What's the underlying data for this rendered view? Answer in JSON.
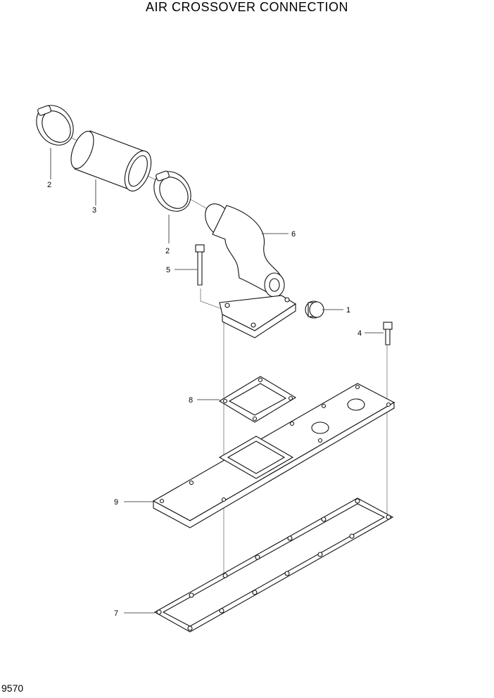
{
  "title": "AIR CROSSOVER CONNECTION",
  "page_number": "9570",
  "callouts": [
    "1",
    "2",
    "2",
    "3",
    "4",
    "5",
    "6",
    "7",
    "8",
    "9"
  ]
}
